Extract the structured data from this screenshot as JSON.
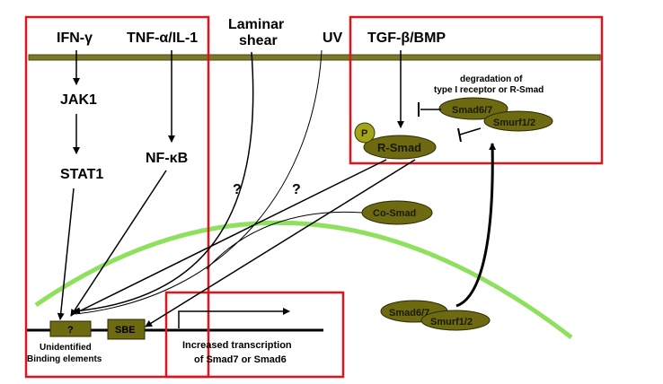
{
  "signals": {
    "ifn": "IFN-γ",
    "tnf": "TNF-α/IL-1",
    "laminar_line1": "Laminar",
    "laminar_line2": "shear",
    "uv": "UV",
    "tgf": "TGF-β/BMP"
  },
  "pathway": {
    "jak1": "JAK1",
    "stat1": "STAT1",
    "nfkb": "NF-κB",
    "question1": "?",
    "question2": "?"
  },
  "tgf_box": {
    "degradation_line1": "degradation of",
    "degradation_line2": "type I receptor or R-Smad",
    "smad67": "Smad6/7",
    "smurf": "Smurf1/2",
    "p": "P",
    "rsmad": "R-Smad"
  },
  "nucleus": {
    "cosmad": "Co-Smad",
    "smad67": "Smad6/7",
    "smurf": "Smurf1/2",
    "unknown_box": "?",
    "sbe": "SBE",
    "unidentified_line1": "Unidentified",
    "unidentified_line2": "Binding elements",
    "transcription_line1": "Increased transcription",
    "transcription_line2": "of Smad7 or Smad6"
  },
  "colors": {
    "membrane": "#7a7a2a",
    "oval": "#6e6a12",
    "oval_light": "#8b8b1a",
    "nucleus_arc": "#90e060",
    "box_border": "#e0141e"
  }
}
